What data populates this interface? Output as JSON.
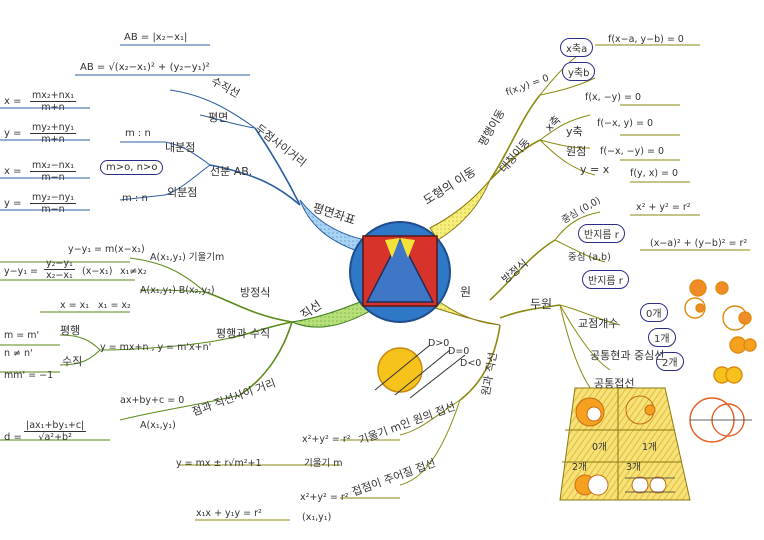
{
  "center": {
    "label": ""
  },
  "plane_coordinates": {
    "title": "평면좌표",
    "distance": {
      "label": "두점사이거리",
      "number_line": "수직선",
      "plane": "평면",
      "ab1": "AB = |x₂−x₁|",
      "ab2": "AB = √(x₂−x₁)² + (y₂−y₁)²"
    },
    "segment": {
      "label": "선분 AB.",
      "internal": {
        "label": "내분점",
        "ratio": "m : n",
        "cond": "m>o, n>o",
        "x_num": "mx₂+nx₁",
        "x_den": "m+n",
        "y_num": "my₂+ny₁",
        "y_den": "m+n"
      },
      "external": {
        "label": "외분점",
        "ratio": "m : n",
        "x_num": "mx₂−nx₁",
        "x_den": "m−n",
        "y_num": "my₂−ny₁",
        "y_den": "m−n"
      }
    },
    "x_eq": "x =",
    "y_eq": "y ="
  },
  "straight_line": {
    "title": "직선",
    "equation": {
      "label": "방정식",
      "two_point_label": "A(x₁,y₁) B(x₂,y₂)",
      "slope_point_label": "A(x₁,y₁) 기울기m",
      "e1": "y−y₁ = m(x−x₁)",
      "e2": "y−y₁ =",
      "e2_num": "y₂−y₁",
      "e2_den": "x₂−x₁",
      "e2_tail": "(x−x₁)",
      "e2_cond": "x₁≠x₂",
      "e3": "x = x₁",
      "e3_cond": "x₁ = x₂"
    },
    "parallel_perp": {
      "label": "평행과 수직",
      "form": "y = mx+n , y = m'x+n'",
      "parallel": "평행",
      "m_eq": "m = m'",
      "n_neq": "n ≠ n'",
      "perp": "수직",
      "perp_eq": "mm' = −1"
    },
    "distance": {
      "label": "점과 직선사이 거리",
      "line": "ax+by+c = 0",
      "point": "A(x₁,y₁)",
      "d": "d =",
      "num": "|ax₁+by₁+c|",
      "den": "√a²+b²"
    }
  },
  "transformation": {
    "title": "도형의 이동",
    "translation": {
      "label": "평행이동",
      "eq": "f(x,y) = 0",
      "x_axis": "x축a",
      "y_axis": "y축b",
      "result": "f(x−a, y−b) = 0"
    },
    "symmetry": {
      "label": "대칭이동",
      "x_axis": "x축",
      "x_res": "f(x, −y) = 0",
      "y_axis": "y축",
      "y_res": "f(−x, y) = 0",
      "origin": "원점",
      "origin_res": "f(−x, −y) = 0",
      "yx": "y = x",
      "yx_res": "f(y, x) = 0"
    }
  },
  "circle": {
    "title": "원",
    "equation": {
      "label": "방정식",
      "center_origin": "중심 (0,0)",
      "radius_r": "반지름 r",
      "e1": "x² + y² = r²",
      "center_ab": "중심 (a,b)",
      "radius_r2": "반지름 r",
      "e2": "(x−a)² + (y−b)² = r²"
    },
    "line": {
      "label": "원과 직선",
      "d_gt": "D>0",
      "d_eq": "D=0",
      "d_lt": "D<0"
    },
    "tangent": {
      "slope_title": "기울기 m인 원의 접선",
      "slope_circle": "x²+y² = r²",
      "slope_m": "기울기 m",
      "slope_res": "y = mx ± r√m²+1",
      "point_title": "접점이 주어질 접선",
      "point_circle": "x²+y² = r²",
      "point_xy": "(x₁,y₁)",
      "point_res": "x₁x + y₁y = r²"
    },
    "two": {
      "label": "두원",
      "intersections": "교점개수",
      "zero": "0개",
      "one": "1개",
      "two": "2개",
      "common_chord": "공통현과 중심선",
      "common_tangent": "공통접선",
      "t0": "0개",
      "t1": "1개",
      "t2": "2개",
      "t3": "3개"
    }
  }
}
